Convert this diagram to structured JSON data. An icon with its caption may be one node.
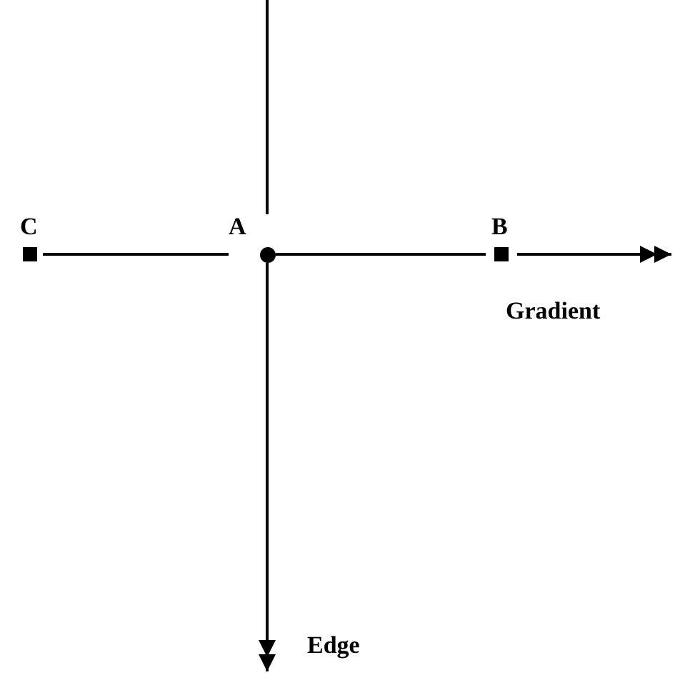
{
  "diagram": {
    "nodes": [
      {
        "text": [
          "C"
        ]
      },
      {
        "text": [
          "A"
        ]
      },
      {
        "text": [
          "B"
        ]
      }
    ],
    "edges": [
      {
        "from": 0,
        "to": 1,
        "arrow": "none"
      },
      {
        "from": 1,
        "to": 2,
        "arrow": "none"
      },
      {
        "from": 2,
        "to": null,
        "arrow": "to",
        "label": "Gradient"
      },
      {
        "from": null,
        "to": 1,
        "arrow": "none"
      },
      {
        "from": 1,
        "to": null,
        "arrow": "to",
        "label": "Edge"
      }
    ]
  }
}
